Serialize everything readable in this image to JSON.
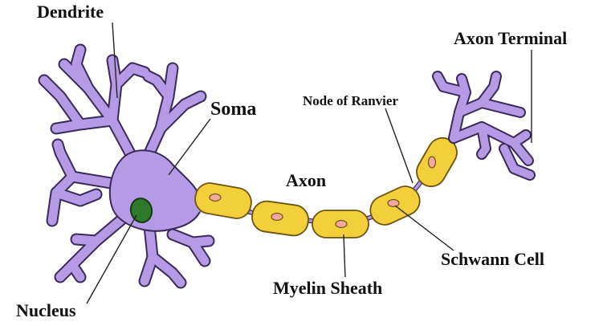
{
  "labels": {
    "dendrite": "Dendrite",
    "soma": "Soma",
    "axon": "Axon",
    "axon_terminal": "Axon Terminal",
    "node_of_ranvier": "Node of Ranvier",
    "schwann_cell": "Schwann Cell",
    "myelin_sheath": "Myelin Sheath",
    "nucleus": "Nucleus"
  },
  "colors": {
    "cell_body": "#b59be6",
    "cell_outline": "#3a2a5a",
    "myelin": "#f4cf3c",
    "myelin_outline": "#6a5410",
    "schwann_nucleus": "#f3a7a0",
    "nucleus": "#2f7a2a",
    "nucleus_outline": "#153a12",
    "text": "#111111"
  }
}
